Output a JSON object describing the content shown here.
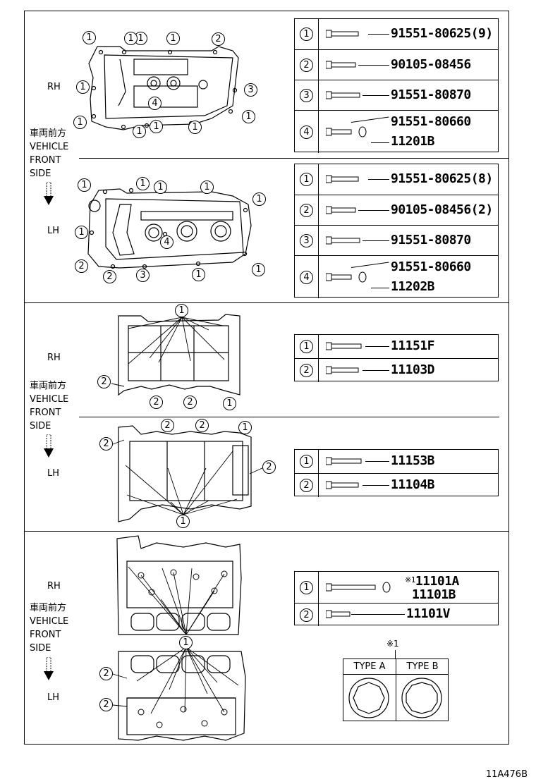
{
  "diagram_code": "11A476B",
  "labels": {
    "rh": "RH",
    "lh": "LH",
    "front_jp": "車両前方",
    "front_en_1": "VEHICLE",
    "front_en_2": "FRONT",
    "front_en_3": "SIDE"
  },
  "section1": {
    "rh_table": [
      {
        "num": "1",
        "codes": [
          "91551-80625(9)"
        ]
      },
      {
        "num": "2",
        "codes": [
          "90105-08456"
        ]
      },
      {
        "num": "3",
        "codes": [
          "91551-80870"
        ]
      },
      {
        "num": "4",
        "codes": [
          "91551-80660",
          "11201B"
        ]
      }
    ],
    "lh_table": [
      {
        "num": "1",
        "codes": [
          "91551-80625(8)"
        ]
      },
      {
        "num": "2",
        "codes": [
          "90105-08456(2)"
        ]
      },
      {
        "num": "3",
        "codes": [
          "91551-80870"
        ]
      },
      {
        "num": "4",
        "codes": [
          "91551-80660",
          "11202B"
        ]
      }
    ],
    "rh_callouts": [
      "1",
      "1",
      "1",
      "2",
      "1",
      "3",
      "4",
      "1",
      "1",
      "1",
      "1",
      "1",
      "1"
    ],
    "lh_callouts": [
      "1",
      "1",
      "1",
      "1",
      "1",
      "1",
      "4",
      "2",
      "2",
      "3",
      "1",
      "1"
    ]
  },
  "section2": {
    "rh_table": [
      {
        "num": "1",
        "codes": [
          "11151F"
        ]
      },
      {
        "num": "2",
        "codes": [
          "11103D"
        ]
      }
    ],
    "lh_table": [
      {
        "num": "1",
        "codes": [
          "11153B"
        ]
      },
      {
        "num": "2",
        "codes": [
          "11104B"
        ]
      }
    ],
    "rh_callouts": [
      "1",
      "2",
      "2",
      "2",
      "1"
    ],
    "lh_callouts": [
      "2",
      "2",
      "2",
      "1",
      "2",
      "1"
    ]
  },
  "section3": {
    "table": [
      {
        "num": "1",
        "ref": "※1",
        "codes": [
          "11101A",
          "11101B"
        ]
      },
      {
        "num": "2",
        "codes": [
          "11101V"
        ]
      }
    ],
    "callouts": [
      "1",
      "2",
      "2"
    ],
    "ref_mark": "※1",
    "type_a": "TYPE A",
    "type_b": "TYPE B"
  },
  "colors": {
    "line": "#000000",
    "background": "#ffffff"
  }
}
